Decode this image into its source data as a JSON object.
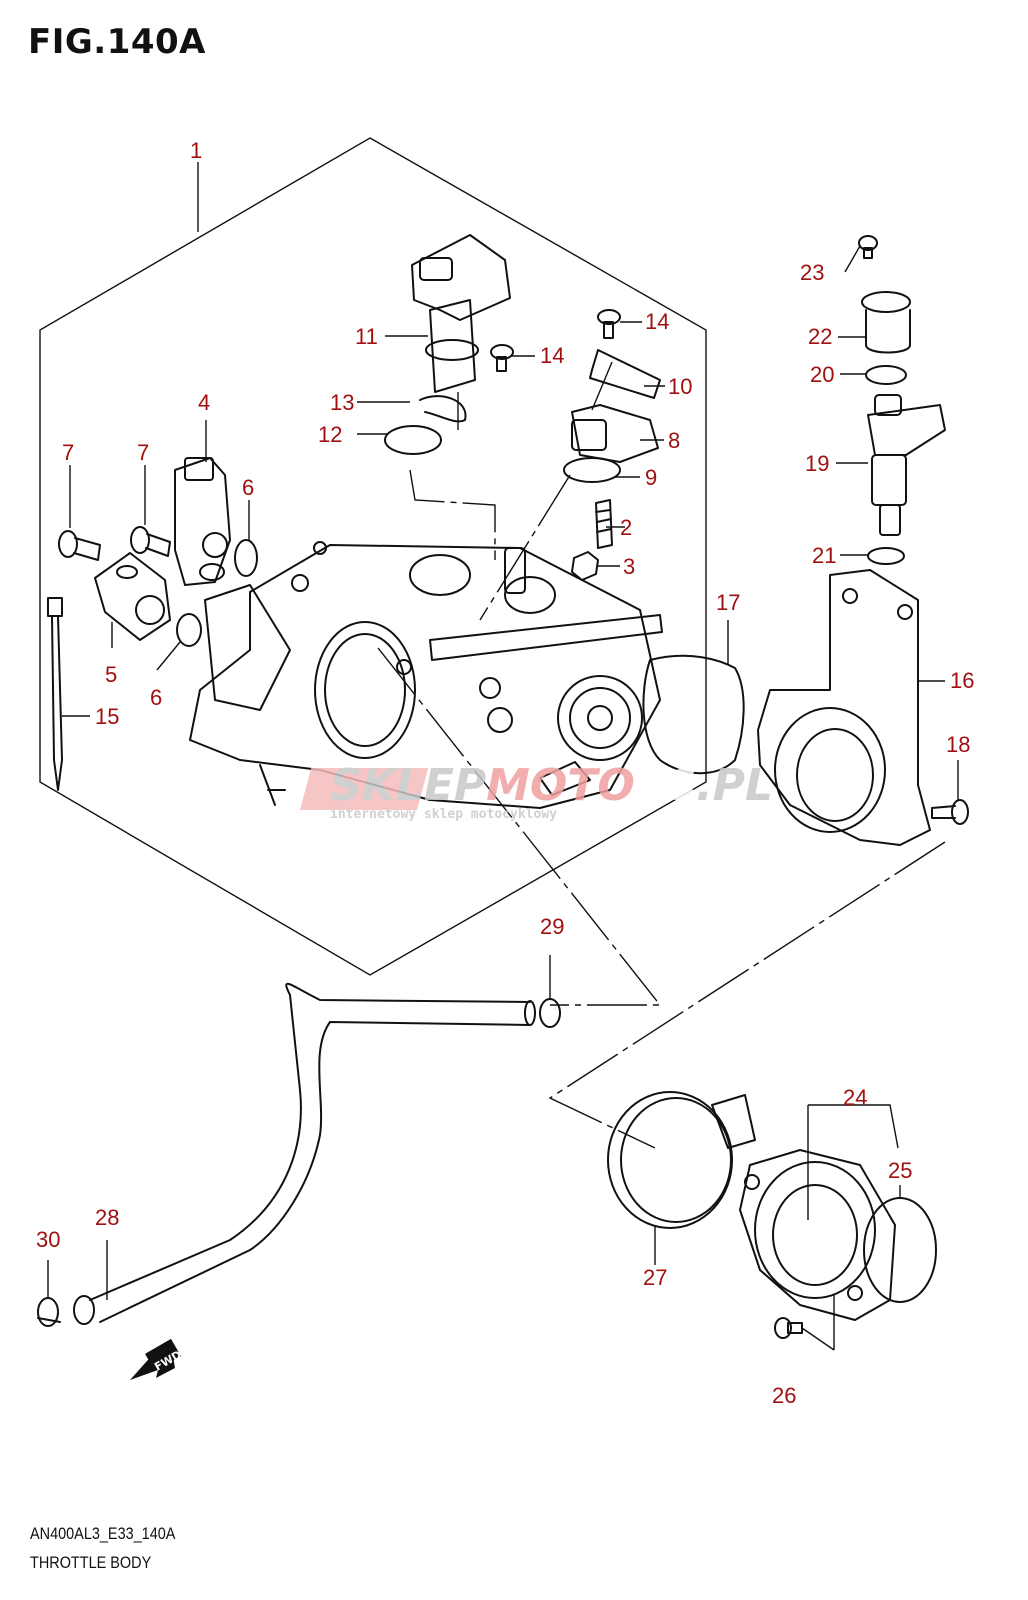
{
  "figure": {
    "title": "FIG.140A",
    "code": "AN400AL3_E33_140A",
    "name": "THROTTLE BODY"
  },
  "callouts": {
    "c1": "1",
    "c2": "2",
    "c3": "3",
    "c4": "4",
    "c5": "5",
    "c6a": "6",
    "c6b": "6",
    "c7a": "7",
    "c7b": "7",
    "c8": "8",
    "c9": "9",
    "c10": "10",
    "c11": "11",
    "c12": "12",
    "c13": "13",
    "c14a": "14",
    "c14b": "14",
    "c15": "15",
    "c16": "16",
    "c17": "17",
    "c18": "18",
    "c19": "19",
    "c20": "20",
    "c21": "21",
    "c22": "22",
    "c23": "23",
    "c24": "24",
    "c25": "25",
    "c26": "26",
    "c27": "27",
    "c28": "28",
    "c29": "29",
    "c30": "30"
  },
  "fwd_label": "FWD",
  "watermark": {
    "part1": "SKLEP",
    "part2": "MOTO",
    "part3": "46",
    "part4": ".PL",
    "tagline": "internetowy sklep motocyklowy",
    "gray": "#c8c8c8",
    "red": "#f0a0a0"
  },
  "colors": {
    "callout": "#a01010",
    "line": "#111111"
  }
}
